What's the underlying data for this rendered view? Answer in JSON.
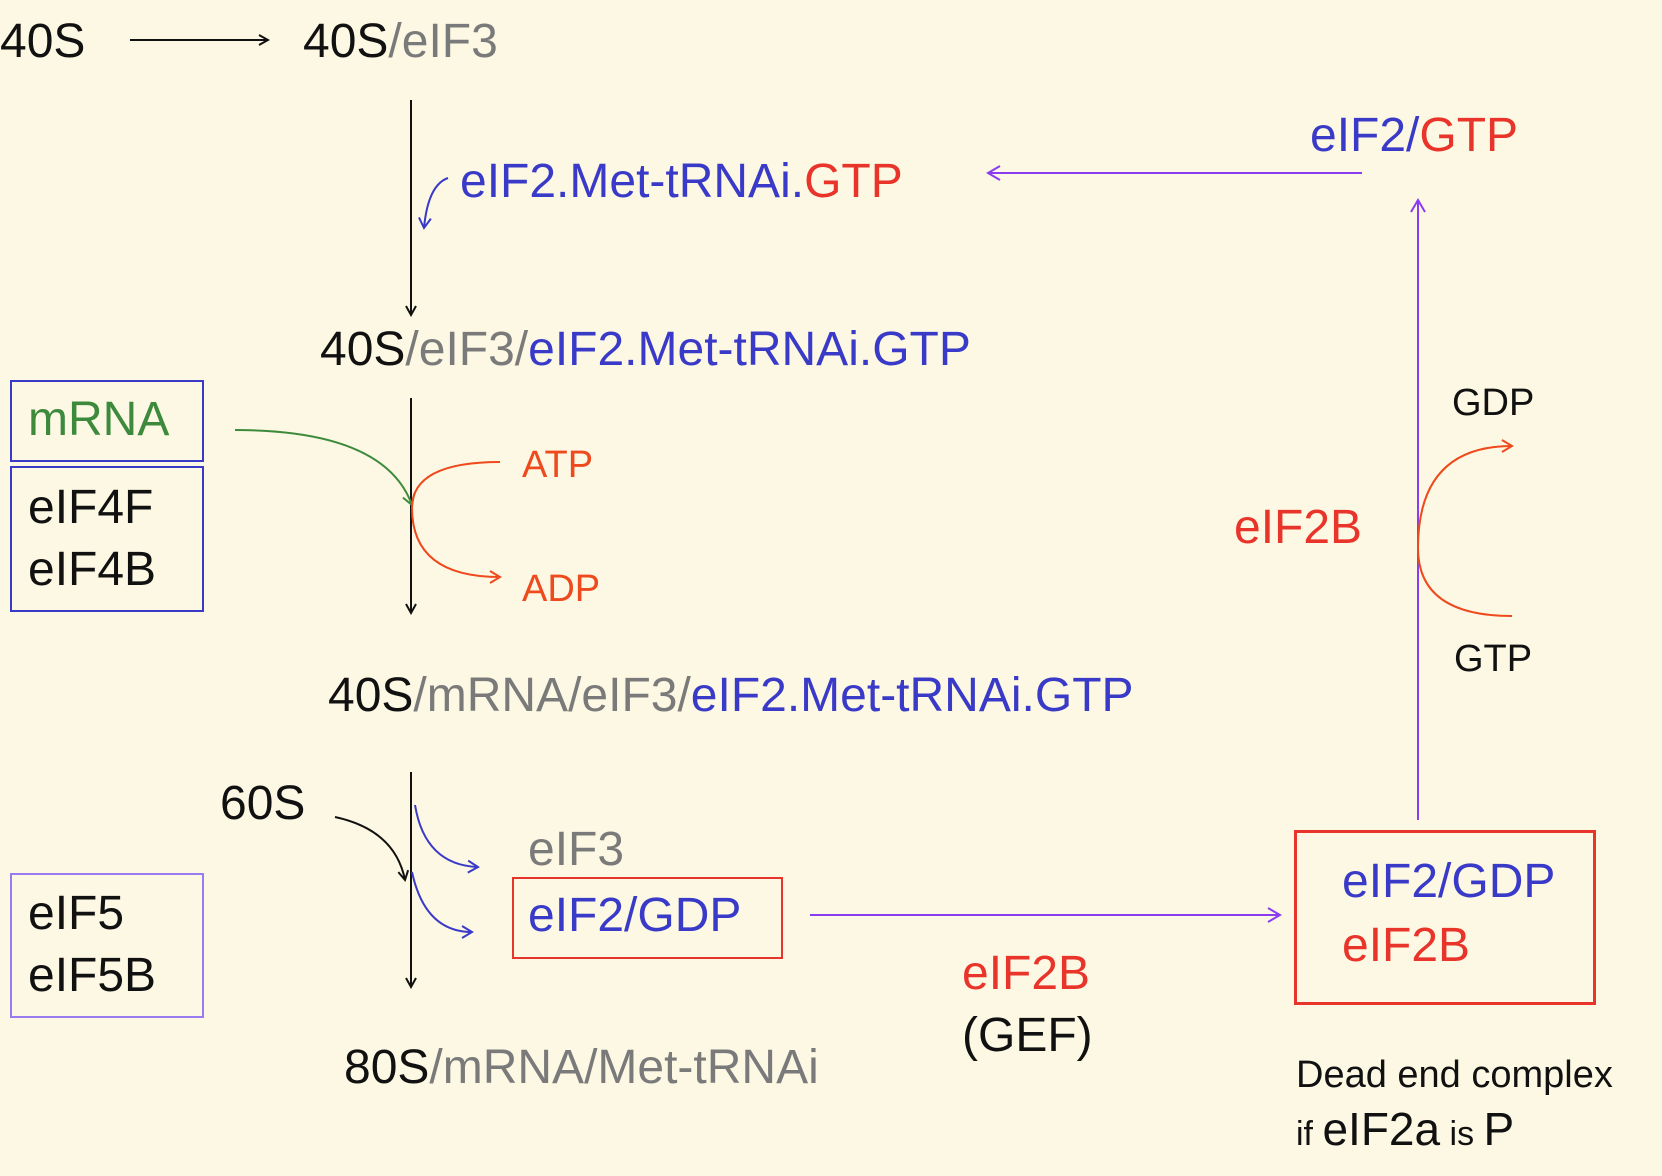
{
  "colors": {
    "background": "#fdf8e3",
    "black": "#111111",
    "grey": "#7a7a7a",
    "blue": "#3a3ac8",
    "red": "#e8342a",
    "orange": "#ee4a1e",
    "green": "#3d8a3d",
    "purple": "#8a3cf0"
  },
  "top": {
    "left": "40S",
    "right_a": "40S",
    "right_b": "/eIF3"
  },
  "ternary": {
    "a": "eIF2.Met-tRNAi.",
    "b": "GTP"
  },
  "cycle_top": {
    "a": "eIF2/",
    "b": "GTP"
  },
  "complex43": {
    "a": "40S",
    "b": "/eIF3/",
    "c": "eIF2.Met-tRNAi.GTP"
  },
  "left_box1": {
    "mrna": "mRNA",
    "f1": "eIF4F",
    "f2": "eIF4B"
  },
  "atp": "ATP",
  "adp": "ADP",
  "complex48": {
    "a": "40S",
    "b": "/mRNA/eIF3/",
    "c": "eIF2.Met-tRNAi.GTP"
  },
  "s60": "60S",
  "eif3_release": "eIF3",
  "eif2gdp_release": "eIF2/GDP",
  "left_box2": {
    "f1": "eIF5",
    "f2": "eIF5B"
  },
  "complex80": {
    "a": "80S",
    "b": "/mRNA/Met-tRNAi"
  },
  "gef": {
    "name": "eIF2B",
    "paren": "(GEF)"
  },
  "right_box": {
    "a": "eIF2/GDP",
    "b": "eIF2B"
  },
  "dead_end": {
    "line1": "Dead end complex",
    "pre": "if ",
    "mid": "eIF2a",
    "is": " is ",
    "p": "P"
  },
  "cycle": {
    "gdp": "GDP",
    "enzyme": "eIF2B",
    "gtp": "GTP"
  }
}
